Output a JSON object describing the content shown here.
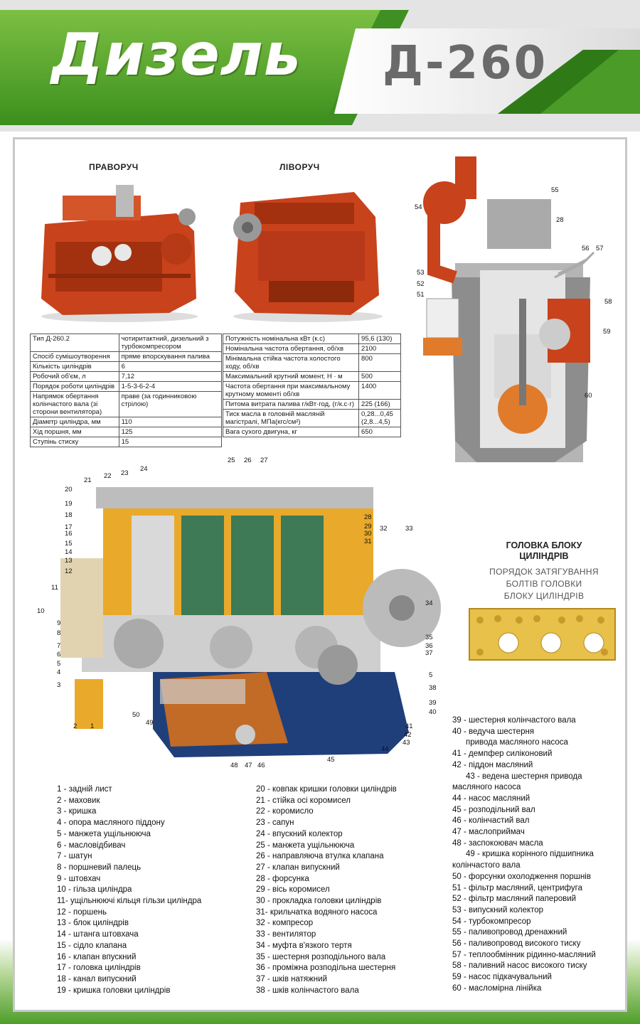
{
  "header": {
    "title_left": "Дизель",
    "title_right": "Д-260"
  },
  "views": {
    "right": "ПРАВОРУЧ",
    "left": "ЛІВОРУЧ"
  },
  "specs_left": [
    [
      "Тип Д-260.2",
      "чотиритактний, дизельний з турбокомпресором"
    ],
    [
      "Спосіб сумішоутворення",
      "пряме впорскування палива"
    ],
    [
      "Кількість циліндрів",
      "6"
    ],
    [
      "Робочий об'єм,  л",
      "7,12"
    ],
    [
      "Порядок роботи циліндрів",
      "1-5-3-6-2-4"
    ],
    [
      "Напрямок обертання колінчастого вала (зі сторони вентилятора)",
      "праве (за годинниковою стрілою)"
    ],
    [
      "Діаметр циліндра,  мм",
      "110"
    ],
    [
      "Хід поршня, мм",
      "125"
    ],
    [
      "Ступінь стиску",
      "15"
    ]
  ],
  "specs_right": [
    [
      "Потужність номінальна кВт (к.с)",
      "95,6 (130)"
    ],
    [
      "Номінальна частота обертання, об/хв",
      "2100"
    ],
    [
      "Мінімальна стійка частота холостого ходу, об/хв",
      "800"
    ],
    [
      "Максимальний крутний момент,  Н · м",
      "500"
    ],
    [
      "Частота обертання при максимальному крутному моменті об/хв",
      "1400"
    ],
    [
      "Питома витрата палива г/кВт·год,  (г/к.с·г)",
      "225 (166)"
    ],
    [
      "Тиск масла в головній масляній магістралі, МПа(кгс/см²)",
      "0,28...0,45 (2,8...4,5)"
    ],
    [
      "Вага сухого двигуна,  кг",
      "650"
    ]
  ],
  "head_block": {
    "title_line1": "ГОЛОВКА БЛОКУ",
    "title_line2": "ЦИЛІНДРІВ",
    "sub1": "ПОРЯДОК ЗАТЯГУВАННЯ",
    "sub2": "БОЛТІВ ГОЛОВКИ",
    "sub3": "БЛОКУ ЦИЛІНДРІВ"
  },
  "legend_col1": [
    "1 - задній лист",
    "2 - маховик",
    "3 - кришка",
    "4 - опора масляного піддону",
    "5 - манжета ущільнююча",
    "6 - масловідбивач",
    "7 - шатун",
    "8 - поршневий палець",
    "9 - штовхач",
    "10 - гільза циліндра",
    "11- ущільнюючі кільця гільзи циліндра",
    "12 - поршень",
    "13 - блок циліндрів",
    "14 - штанга штовхача",
    "15 - сідло клапана",
    "16 - клапан впускний",
    "17 - головка циліндрів",
    "18 - канал випускний",
    "19 - кришка головки циліндрів"
  ],
  "legend_col2": [
    "20 - ковпак кришки головки циліндрів",
    "21 - стійка осі коромисел",
    "22 - коромисло",
    "23 - сапун",
    "24 - впускний колектор",
    "25 - манжета ущільнююча",
    "26 - направляюча втулка клапана",
    "27 - клапан випускний",
    "28 - форсунка",
    "29 - вісь коромисел",
    "30 - прокладка головки циліндрів",
    "31- крильчатка водяного насоса",
    "32 - компресор",
    "33 - вентилятор",
    "34 - муфта  в'язкого тертя",
    "35 - шестерня розподільного вала",
    "36 - проміжна розподільна шестерня",
    "37 - шків натяжний",
    "38 - шків колінчастого вала"
  ],
  "legend_col3": [
    "39 - шестерня колінчастого вала",
    "40 - ведуча шестерня",
    "привода масляного насоса",
    "41 - демпфер силіконовий",
    "42 - піддон масляний",
    "43 - ведена шестерня привода",
    "масляного насоса",
    "44 - насос масляний",
    "45 - розподільний вал",
    "46 - колінчастий вал",
    "47 - маслоприймач",
    "48 - заспокоювач масла",
    "49 - кришка корінного підшипника",
    "колінчастого вала",
    "50 - форсунки охолодження поршнів",
    "51 - фільтр масляний, центрифуга",
    "52 - фільтр масляний паперовий",
    "53 - випускний колектор",
    "54 - турбокомпресор",
    "55 - паливопровод дренажний",
    "56 - паливопровод високого тиску",
    "57 - теплообмінник рідинно-масляний",
    "58 - паливний насос високого тиску",
    "59 - насос підкачувальний",
    "60 - масломірна лінійка"
  ],
  "callouts_cross": [
    "54",
    "55",
    "28",
    "56",
    "57",
    "53",
    "52",
    "51",
    "58",
    "59",
    "60"
  ],
  "callouts_main": [
    "1",
    "2",
    "3",
    "4",
    "5",
    "6",
    "7",
    "8",
    "9",
    "10",
    "11",
    "12",
    "13",
    "14",
    "15",
    "16",
    "17",
    "18",
    "19",
    "20",
    "21",
    "22",
    "23",
    "24",
    "25",
    "26",
    "27",
    "28",
    "29",
    "30",
    "31",
    "32",
    "33",
    "34",
    "35",
    "36",
    "37",
    "5",
    "38",
    "39",
    "40",
    "41",
    "42",
    "43",
    "44",
    "45",
    "46",
    "47",
    "48",
    "49",
    "50"
  ]
}
